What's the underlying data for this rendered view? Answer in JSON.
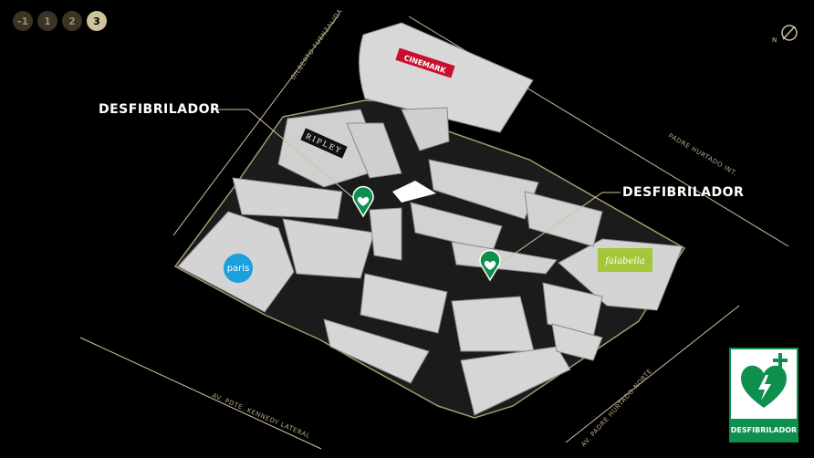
{
  "floors": [
    "-1",
    "1",
    "2",
    "3"
  ],
  "active_floor": "3",
  "callouts": [
    {
      "label": "DESFIBRILADOR"
    },
    {
      "label": "DESFIBRILADOR"
    }
  ],
  "stores": {
    "cinemark": "CINEMARK",
    "ripley": "RIPLEY",
    "paris": "paris",
    "falabella": "falabella"
  },
  "streets": {
    "north_west": "GILBERTO FUENZALIDA",
    "north_east": "PADRE HURTADO INT.",
    "south_west": "AV. PDTE. KENNEDY LATERAL",
    "south_east": "AV. PADRE HURTADO NORTE"
  },
  "compass_label": "N",
  "legend_label": "DESFIBRILADOR",
  "colors": {
    "background": "#000000",
    "building": "#d9d9d9",
    "accent_gold": "#cfc29c",
    "aed_green": "#0e8f4e",
    "falabella_green": "#a6c639",
    "cinemark_red": "#c8102e",
    "paris_blue": "#1aa0dc"
  }
}
